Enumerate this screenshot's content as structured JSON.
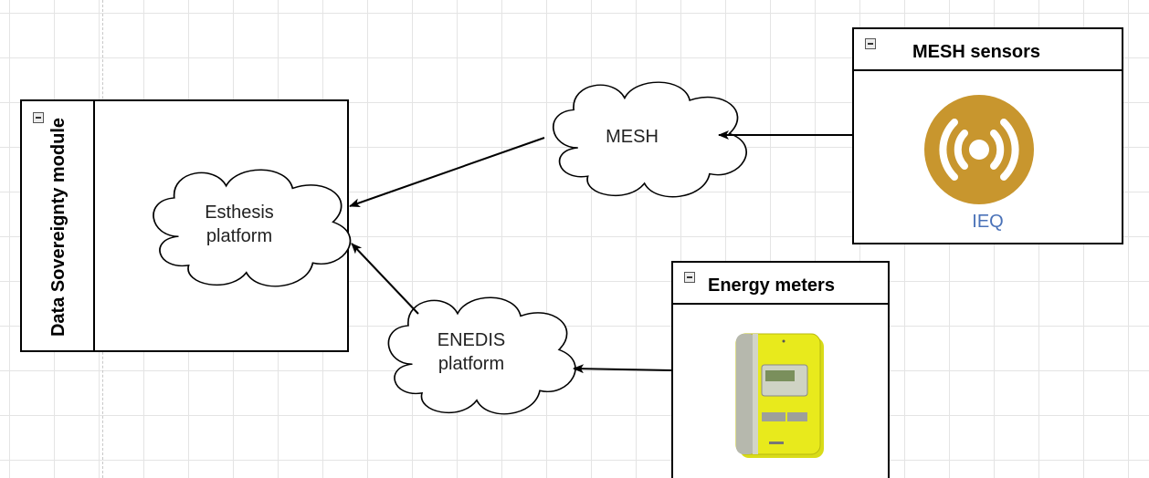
{
  "containers": {
    "data_sovereignty": {
      "title": "Data Sovereignty module"
    },
    "mesh_sensors": {
      "title": "MESH sensors",
      "icon_label": "IEQ"
    },
    "energy_meters": {
      "title": "Energy meters"
    }
  },
  "clouds": {
    "esthesis": {
      "label": "Esthesis platform"
    },
    "mesh": {
      "label": "MESH"
    },
    "enedis": {
      "label": "ENEDIS platform"
    }
  },
  "colors": {
    "ieq_icon": "#c8962e",
    "ieq_label": "#4a72b8",
    "meter_body": "#e8ea1c"
  },
  "icons": {
    "sensor": "sensor-signal-icon",
    "meter": "energy-meter-icon"
  }
}
